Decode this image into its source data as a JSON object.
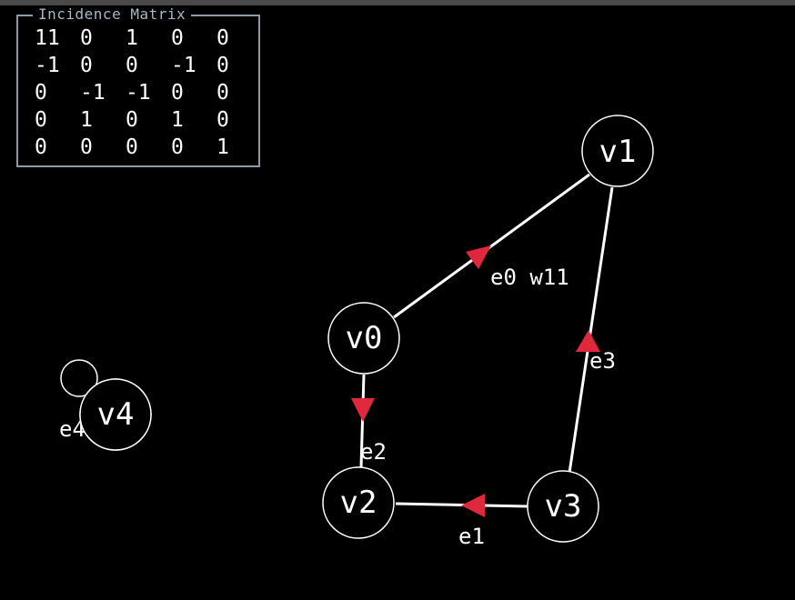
{
  "matrix": {
    "title": "Incidence Matrix",
    "rows": [
      [
        "11",
        "0",
        "1",
        "0",
        "0"
      ],
      [
        "-1",
        "0",
        "0",
        "-1",
        "0"
      ],
      [
        "0",
        "-1",
        "-1",
        "0",
        "0"
      ],
      [
        "0",
        "1",
        "0",
        "1",
        "0"
      ],
      [
        "0",
        "0",
        "0",
        "0",
        "1"
      ]
    ]
  },
  "vertices": {
    "v0": "v0",
    "v1": "v1",
    "v2": "v2",
    "v3": "v3",
    "v4": "v4"
  },
  "edges": {
    "e0": "e0 w11",
    "e1": "e1",
    "e2": "e2",
    "e3": "e3",
    "e4": "e4"
  },
  "colors": {
    "background": "#000000",
    "stroke": "#ffffff",
    "arrow": "#e0283c",
    "panel_border": "#8c9aa8",
    "panel_title": "#a9b7c6"
  }
}
